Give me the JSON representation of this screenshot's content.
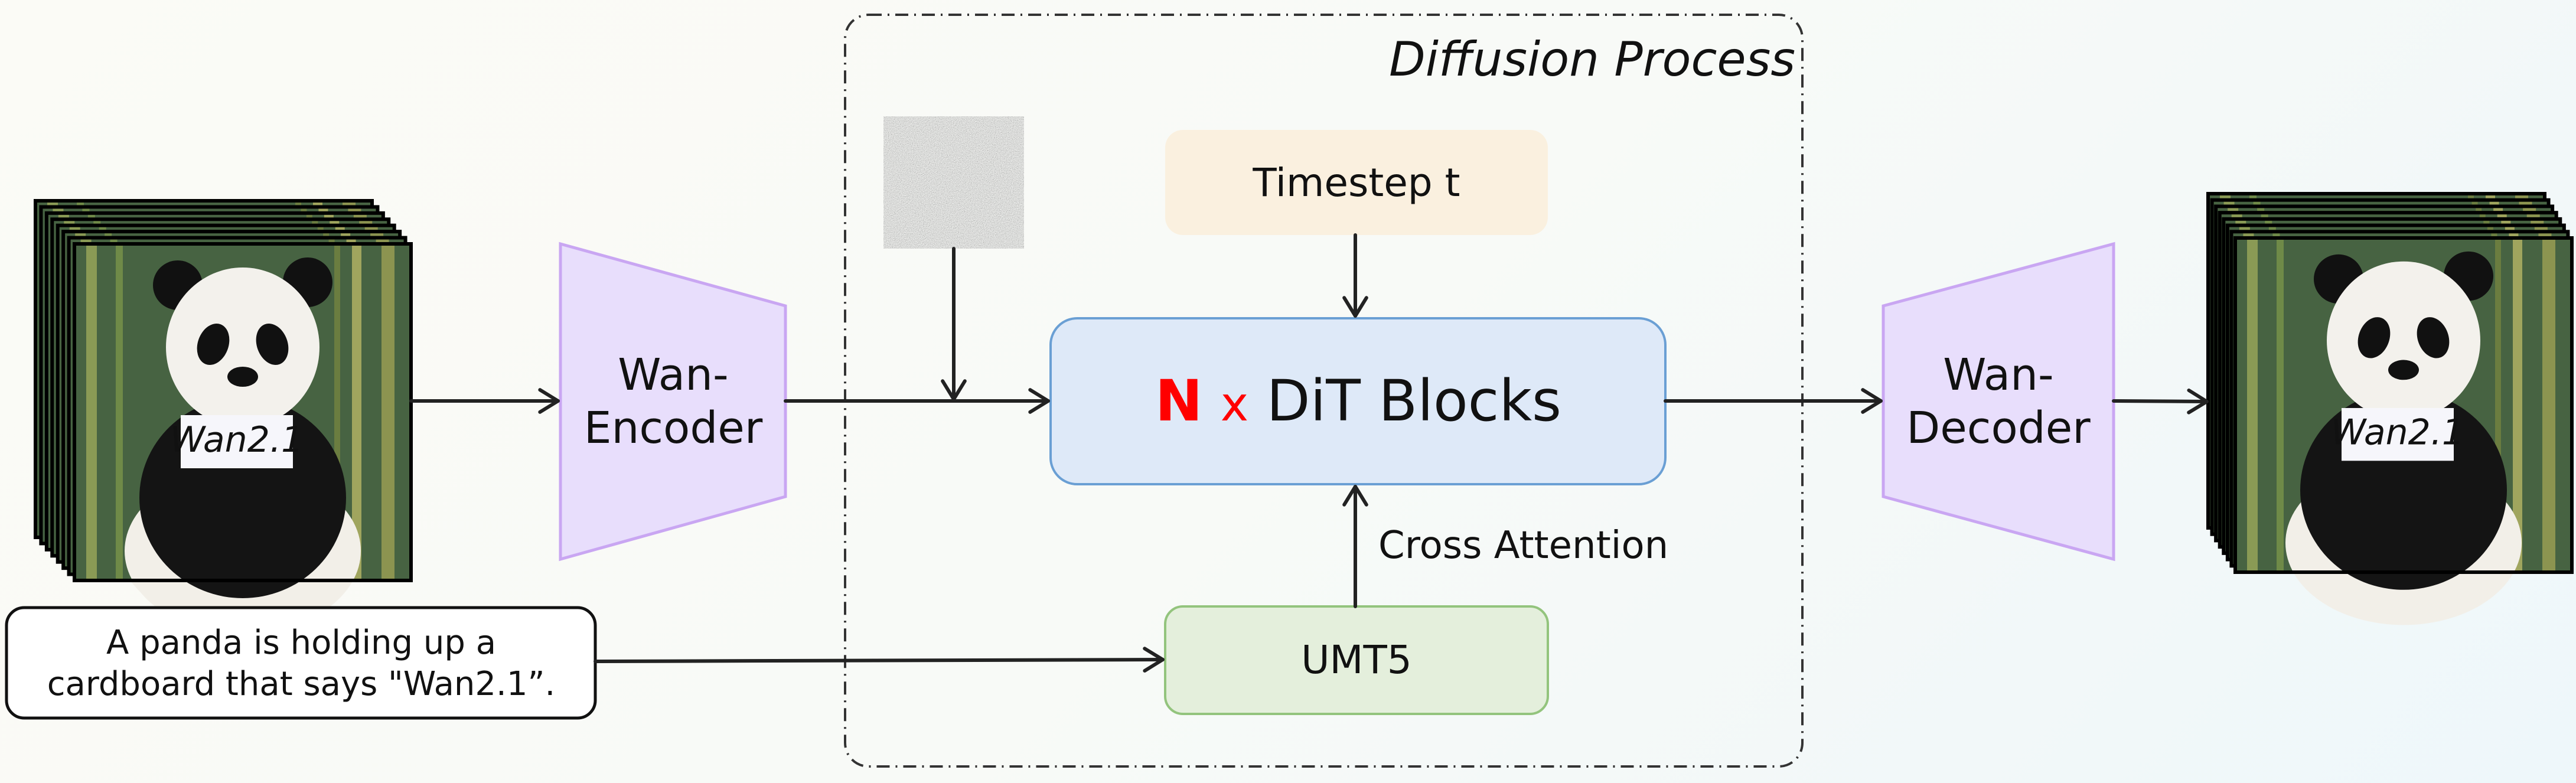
{
  "diagram": {
    "container_label": "Diffusion Process",
    "encoder_label_line1": "Wan-",
    "encoder_label_line2": "Encoder",
    "decoder_label_line1": "Wan-",
    "decoder_label_line2": "Decoder",
    "timestep_label": "Timestep t",
    "dit_n": "N",
    "dit_x": "x",
    "dit_label": "DiT Blocks",
    "cross_attention_label": "Cross Attention",
    "text_encoder_label": "UMT5",
    "prompt_line1": "A panda is holding up a",
    "prompt_line2": "cardboard that says \"Wan2.1”.",
    "sign_text": "Wan2.1",
    "colors": {
      "encoder_fill": "#e8defc",
      "encoder_stroke": "#c9a6f2",
      "timestep_fill": "#faf0df",
      "dit_fill": "#dee9f8",
      "dit_stroke": "#6a9fd4",
      "umt5_fill": "#e4efdc",
      "umt5_stroke": "#93c47d",
      "n_highlight": "#ff0000"
    }
  }
}
